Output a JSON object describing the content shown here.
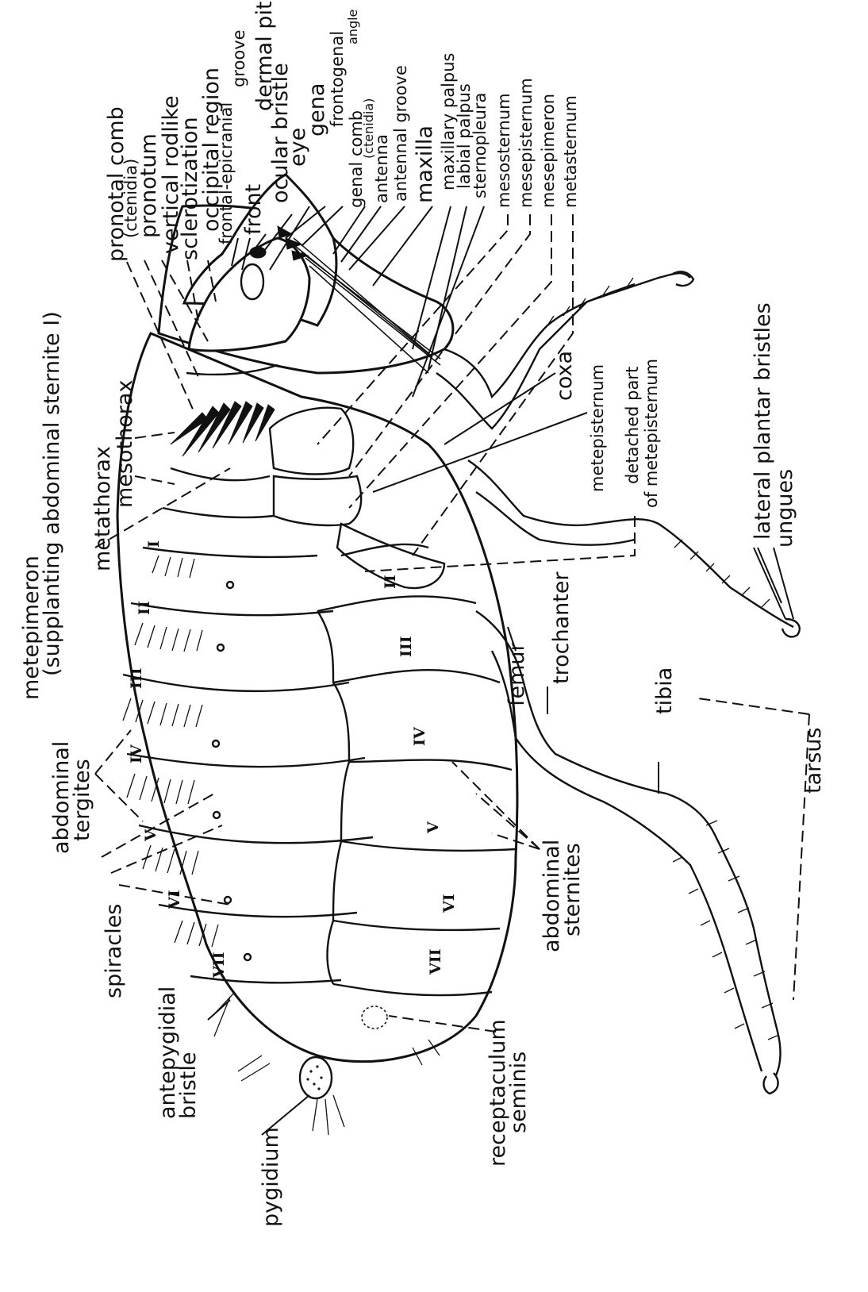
{
  "labels": {
    "pronotal_comb": "pronotal comb",
    "ctenidia": "(ctenidia)",
    "pronotum": "pronotum",
    "vertical_rodlike": "vertical rodlike",
    "sclerotization": "sclerotization",
    "occipital_region": "occipital region",
    "frontal_epicranial": "frontal-epicranial",
    "groove": "groove",
    "front": "front",
    "dermal_pit": "dermal pit",
    "ocular_bristle": "ocular bristle",
    "eye": "eye",
    "gena": "gena",
    "frontogenal": "frontogenal",
    "angle": "angle",
    "genal_comb": "genal comb",
    "genal_ctenidia": "(ctenidia)",
    "antenna": "antenna",
    "antennal_groove": "antennal groove",
    "maxilla": "maxilla",
    "maxillary_palpus": "maxillary palpus",
    "labial_palpus": "labial palpus",
    "sternopleura": "sternopleura",
    "mesosternum": "mesosternum",
    "mesepisternum": "mesepisternum",
    "mesepimeron": "mesepimeron",
    "metasternum": "metasternum",
    "metathorax": "metathorax",
    "mesothorax": "mesothorax",
    "metepimeron": "metepimeron",
    "supplanting": "(supplanting abdominal sternite I)",
    "abdominal": "abdominal",
    "tergites": "tergites",
    "spiracles": "spiracles",
    "antepygidial": "antepygidial",
    "bristle": "bristle",
    "pygidium": "pygidium",
    "receptaculum": "receptaculum",
    "seminis": "seminis",
    "abdominal_2": "abdominal",
    "sternites": "sternites",
    "femur": "femur",
    "trochanter": "trochanter",
    "tibia": "tibia",
    "tarsus": "tarsus",
    "coxa": "coxa",
    "metepisternum": "metepisternum",
    "detached_part": "detached part",
    "of_metepisternum": "of metepisternum",
    "lateral_plantar": "lateral plantar bristles",
    "ungues": "ungues"
  },
  "roman_numerals": {
    "t1": "I",
    "t2": "II",
    "t3": "III",
    "t4": "IV",
    "t5": "V",
    "t6": "VI",
    "t7": "VII",
    "s2": "II",
    "s3": "III",
    "s4": "IV",
    "s5": "V",
    "s6": "VI",
    "s7": "VII"
  },
  "colors": {
    "ink": "#111111",
    "paper": "#ffffff"
  }
}
